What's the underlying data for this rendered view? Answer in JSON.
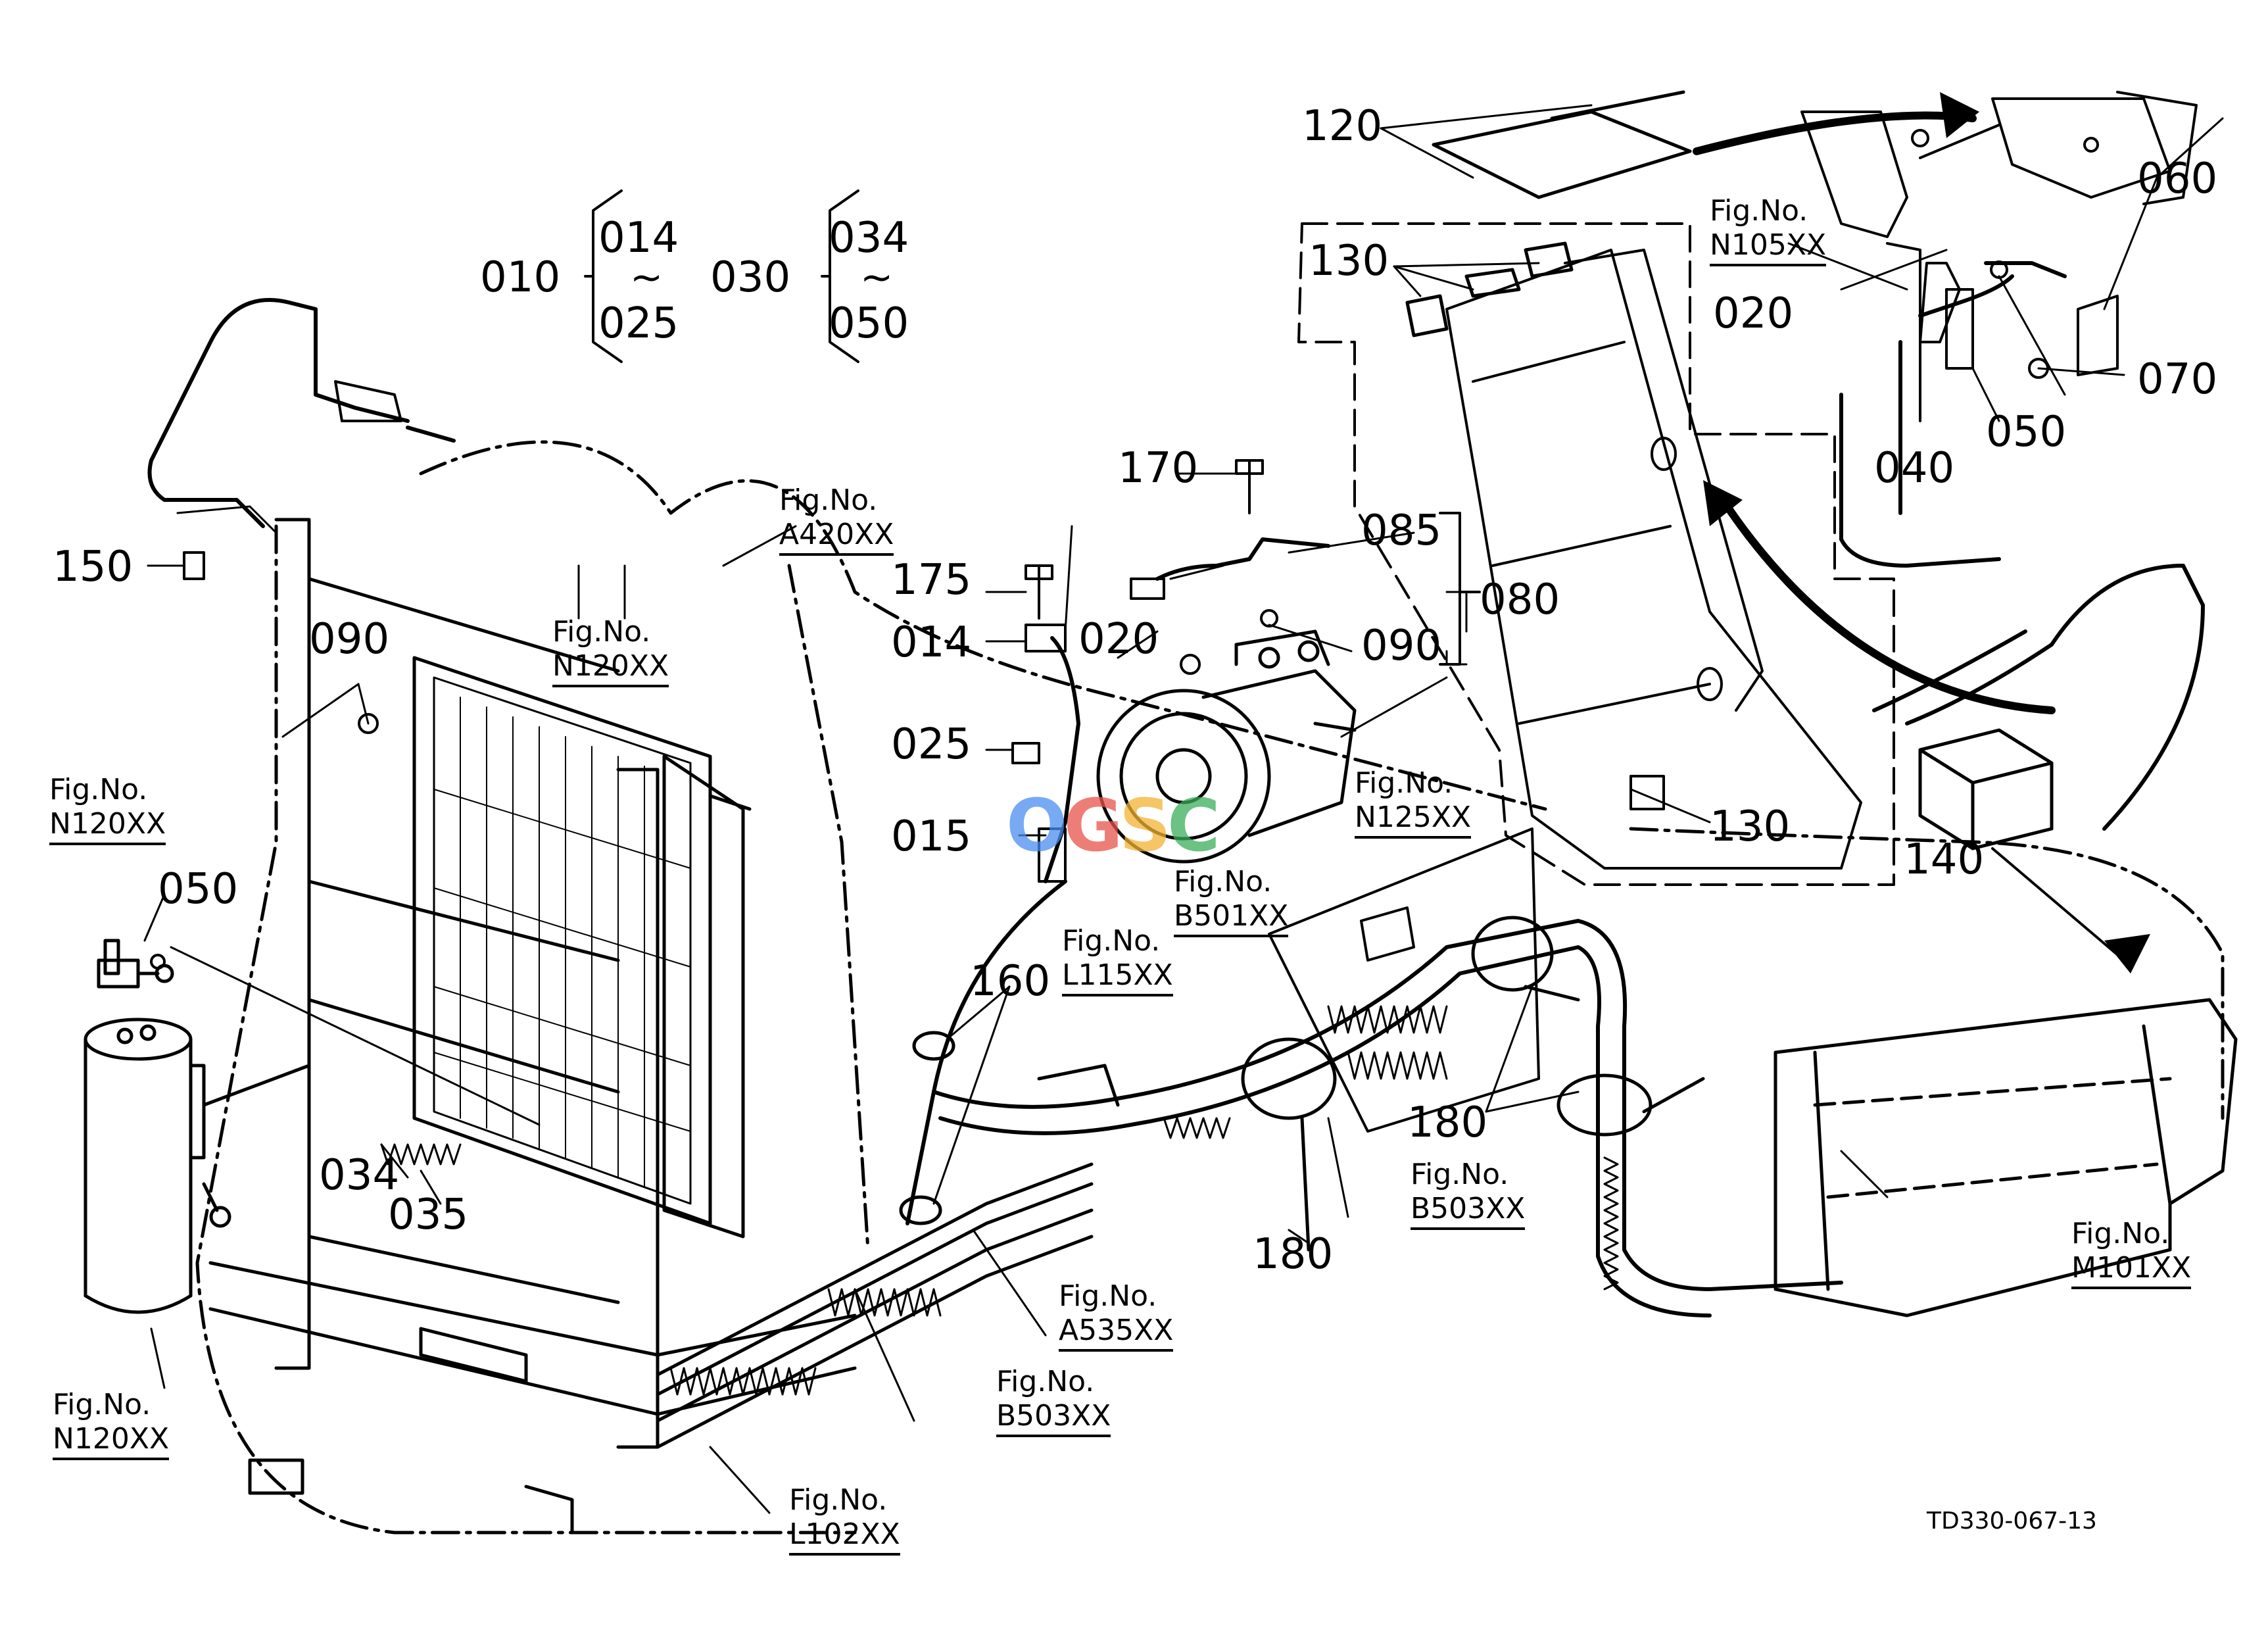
{
  "part_labels": [
    {
      "id": "p120",
      "text": "120"
    },
    {
      "id": "p060",
      "text": "060"
    },
    {
      "id": "p130a",
      "text": "130"
    },
    {
      "id": "p010",
      "text": "010"
    },
    {
      "id": "p014",
      "text": "014"
    },
    {
      "id": "p025",
      "text": "025"
    },
    {
      "id": "p030",
      "text": "030"
    },
    {
      "id": "p034",
      "text": "034"
    },
    {
      "id": "p050a",
      "text": "050"
    },
    {
      "id": "p020a",
      "text": "020"
    },
    {
      "id": "p070",
      "text": "070"
    },
    {
      "id": "p050b",
      "text": "050"
    },
    {
      "id": "p040",
      "text": "040"
    },
    {
      "id": "p170",
      "text": "170"
    },
    {
      "id": "p085",
      "text": "085"
    },
    {
      "id": "p150",
      "text": "150"
    },
    {
      "id": "p080",
      "text": "080"
    },
    {
      "id": "p175",
      "text": "175"
    },
    {
      "id": "p090a",
      "text": "090"
    },
    {
      "id": "p014b",
      "text": "014"
    },
    {
      "id": "p020b",
      "text": "020"
    },
    {
      "id": "p090b",
      "text": "090"
    },
    {
      "id": "p025b",
      "text": "025"
    },
    {
      "id": "p015",
      "text": "015"
    },
    {
      "id": "p130b",
      "text": "130"
    },
    {
      "id": "p140",
      "text": "140"
    },
    {
      "id": "p050c",
      "text": "050"
    },
    {
      "id": "p160",
      "text": "160"
    },
    {
      "id": "p180a",
      "text": "180"
    },
    {
      "id": "p034b",
      "text": "034"
    },
    {
      "id": "p035",
      "text": "035"
    },
    {
      "id": "p180b",
      "text": "180"
    }
  ],
  "fig_refs": [
    {
      "id": "N105",
      "label": "Fig.No.",
      "code": "N105XX"
    },
    {
      "id": "A420",
      "label": "Fig.No.",
      "code": "A420XX"
    },
    {
      "id": "N120a",
      "label": "Fig.No.",
      "code": "N120XX"
    },
    {
      "id": "N125",
      "label": "Fig.No.",
      "code": "N125XX"
    },
    {
      "id": "N120b",
      "label": "Fig.No.",
      "code": "N120XX"
    },
    {
      "id": "B501",
      "label": "Fig.No.",
      "code": "B501XX"
    },
    {
      "id": "L115",
      "label": "Fig.No.",
      "code": "L115XX"
    },
    {
      "id": "B503a",
      "label": "Fig.No.",
      "code": "B503XX"
    },
    {
      "id": "M101",
      "label": "Fig.No.",
      "code": "M101XX"
    },
    {
      "id": "A535",
      "label": "Fig.No.",
      "code": "A535XX"
    },
    {
      "id": "B503b",
      "label": "Fig.No.",
      "code": "B503XX"
    },
    {
      "id": "N120c",
      "label": "Fig.No.",
      "code": "N120XX"
    },
    {
      "id": "L102",
      "label": "Fig.No.",
      "code": "L102XX"
    }
  ],
  "range_marks": [
    "~",
    "~"
  ],
  "drawing_code": "TD330-067-13",
  "watermark": {
    "letters": [
      "O",
      "G",
      "S",
      "C"
    ],
    "colors": [
      "#4a8ef0",
      "#e8534a",
      "#f2b233",
      "#3aae5a"
    ]
  }
}
